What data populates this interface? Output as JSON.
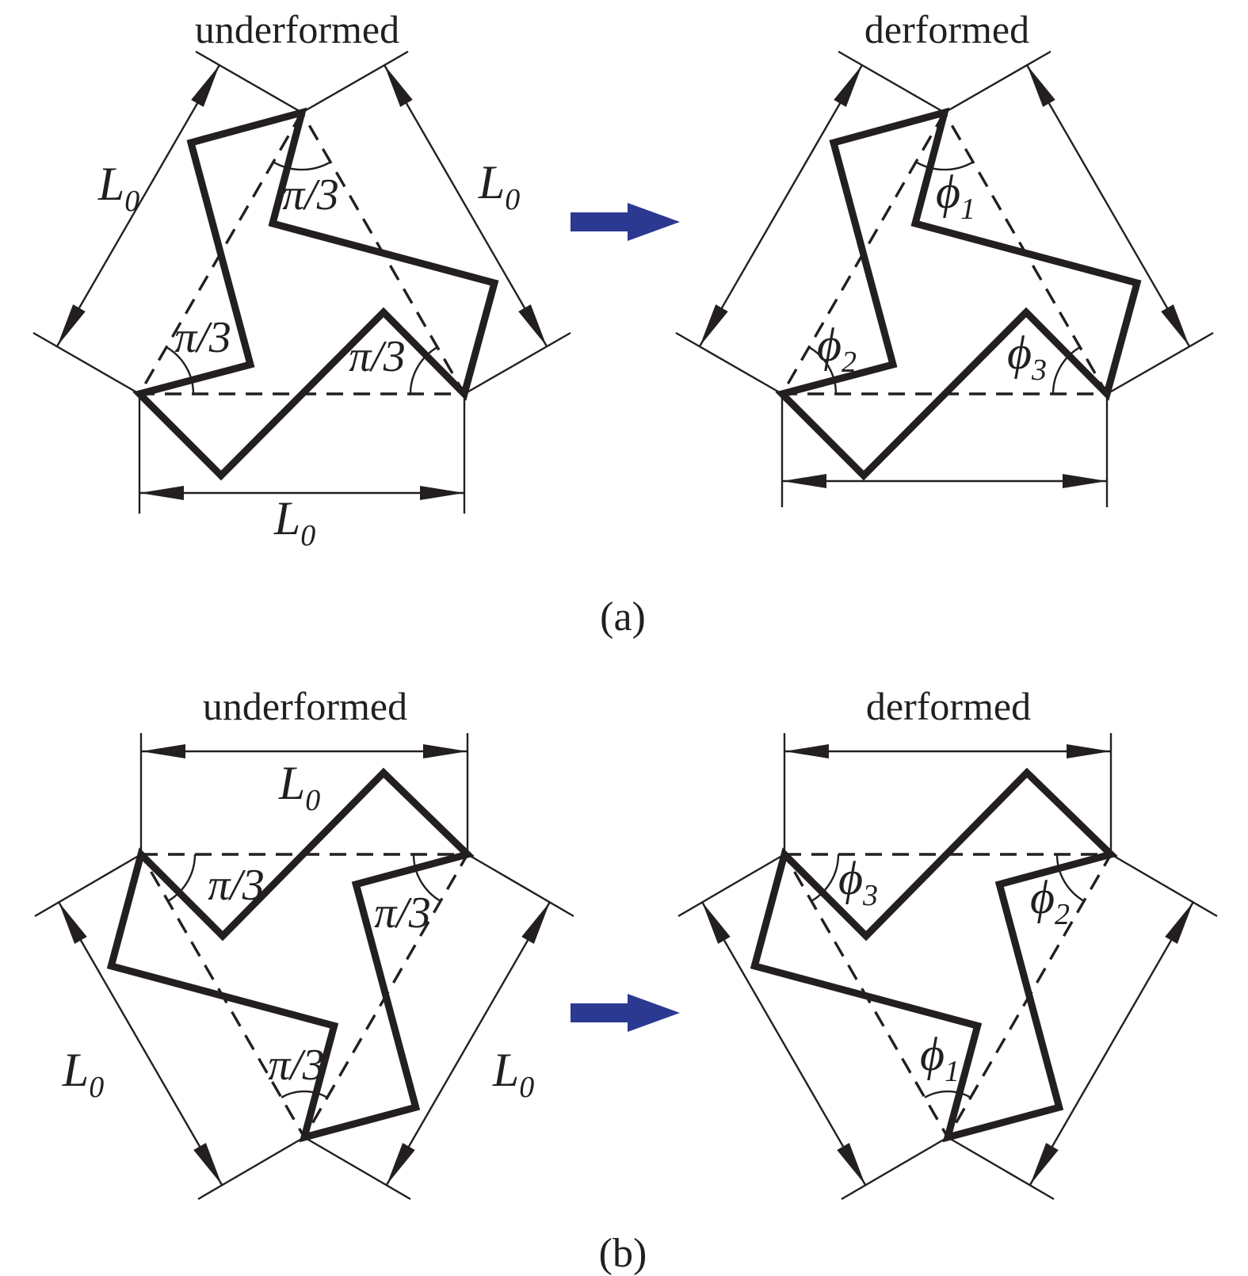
{
  "colors": {
    "ink": "#231f20",
    "transform_arrow_blue": "#2b3990",
    "background": "#ffffff"
  },
  "row_a": {
    "caption": "(a)",
    "undeformed": {
      "title": "underformed",
      "angle_top": "π/3",
      "angle_bottom_left": "π/3",
      "angle_bottom_right": "π/3",
      "length_symbol": "L",
      "length_subscript": "0"
    },
    "deformed": {
      "title": "derformed",
      "angle_symbol": "ϕ",
      "angle_top_subscript": "1",
      "angle_bottom_left_subscript": "2",
      "angle_bottom_right_subscript": "3"
    }
  },
  "row_b": {
    "caption": "(b)",
    "undeformed": {
      "title": "underformed",
      "angle_top_left": "π/3",
      "angle_top_right": "π/3",
      "angle_bottom": "π/3",
      "length_symbol": "L",
      "length_subscript": "0"
    },
    "deformed": {
      "title": "derformed",
      "angle_symbol": "ϕ",
      "angle_top_left_subscript": "3",
      "angle_top_right_subscript": "2",
      "angle_bottom_subscript": "1"
    }
  }
}
